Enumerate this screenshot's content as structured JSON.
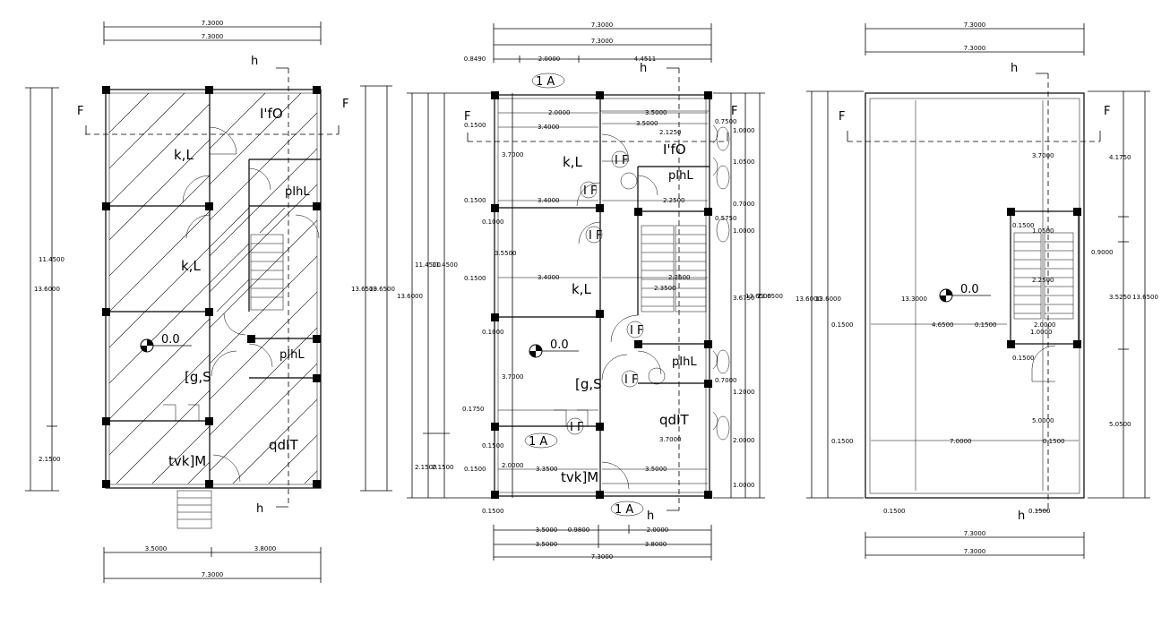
{
  "dimensions": {
    "width_total": "7.3000",
    "left_w1": "3.5000",
    "left_w2": "3.8000",
    "left_h_total": "13.6000",
    "left_h_a": "11.4500",
    "left_h_b": "2.1500",
    "left_h_outer": "13.6500",
    "mid_top_1": "0.8490",
    "mid_top_2": "2.0000",
    "mid_top_3": "4.4511",
    "mid_bot_1": "3.5000",
    "mid_bot_2": "0.9800",
    "mid_bot_3": "2.0000",
    "mid_bot_4": "3.8000",
    "mid_h_total": "13.6000",
    "mid_h_a": "11.4500",
    "mid_h_b": "2.1500",
    "mid_h_outer": "13.6500",
    "mid_r_1": "0.7500",
    "mid_r_2": "1.0000",
    "mid_r_3": "1.0500",
    "mid_r_4": "0.7000",
    "mid_r_5": "0.5750",
    "mid_r_6": "3.6750",
    "mid_r_7": "1.2000",
    "mid_r_8": "2.0000",
    "mid_i_1": "3.4000",
    "mid_i_2": "0.1000",
    "mid_i_3": "3.7000",
    "mid_i_4": "3.5500",
    "mid_i_5": "0.1500",
    "mid_i_6": "0.1750",
    "mid_i_7": "3.3500",
    "mid_i_8": "3.5000",
    "mid_i_9": "2.1250",
    "mid_i_10": "2.2500",
    "mid_i_11": "2.3500",
    "right_h_total": "13.6000",
    "right_h_inner": "13.3000",
    "right_h_outer": "13.6500",
    "right_r_1": "4.1750",
    "right_r_2": "0.9000",
    "right_r_3": "3.5250",
    "right_r_4": "5.0500",
    "right_i_1": "4.6500",
    "right_i_2": "0.1500",
    "right_i_3": "7.0000",
    "right_i_4": "3.7000",
    "right_i_5": "1.0500",
    "right_i_6": "2.2500",
    "right_i_7": "5.0000",
    "right_i_8": "1.0000",
    "right_i_9": "2.0000"
  },
  "labels": {
    "section_h": "h",
    "section_f": "F",
    "level": "0.0",
    "room_kitchen": "k,L",
    "room_ifo": "I'fO",
    "room_pihl": "pIhL",
    "room_gs": "[g,S",
    "room_qdt": "qdIT",
    "room_tvkm": "tvk]M",
    "room_tvkm_mid": "tvk]M",
    "tag_1a": "1 A",
    "tag_if": "I F"
  }
}
